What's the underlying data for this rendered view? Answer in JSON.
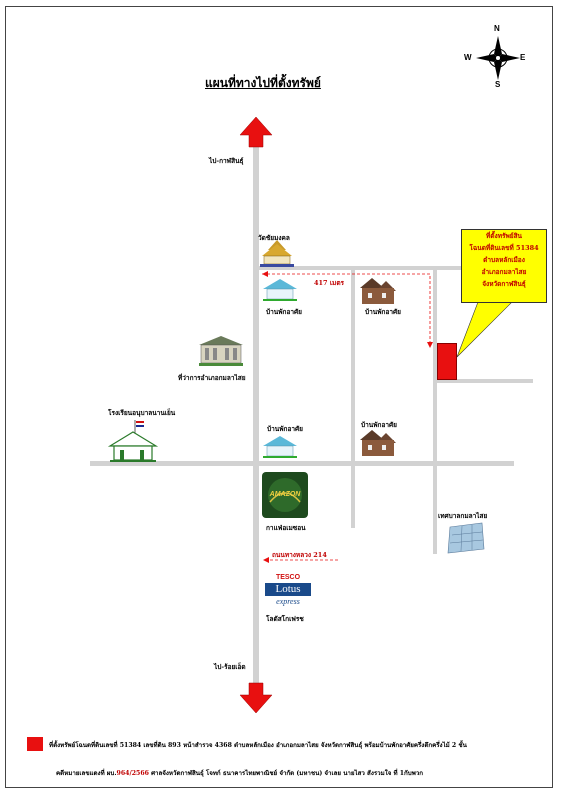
{
  "title": "แผนที่ทางไปที่ตั้งทรัพย์",
  "compass": {
    "n": "N",
    "s": "S",
    "e": "E",
    "w": "W"
  },
  "directions": {
    "north": "ไป-กาฬสินธุ์",
    "south": "ไป-ร้อยเอ็ด"
  },
  "landmarks": {
    "temple": "วัดชัยมงคล",
    "house_1": "บ้านพักอาศัย",
    "house_2": "บ้านพักอาศัย",
    "house_3": "บ้านพักอาศัย",
    "house_4": "บ้านพักอาศัย",
    "district_office": "ที่ว่าการอำเภอกมลาไสย",
    "school": "โรงเรียนอนุบาลนานเย็น",
    "cafe": "กาแฟ่อเมซอน",
    "cafe_logo_text": "AMAZON",
    "municipality": "เทศบาลกมลาไสย",
    "lotus": "โลตัสโกเฟรช",
    "lotus_logo": {
      "line1": "TESCO",
      "line2": "Lotus",
      "line3": "express"
    }
  },
  "distance_label": "417 เมตร",
  "highway_label": "ถนนทางหลวง 214",
  "callout": {
    "line1": "ที่ตั้งทรัพย์สิน",
    "line2": "โฉนดที่ดินเลขที่ 51384",
    "line3": "ตำบลหลักเมือง",
    "line4": "อำเภอกมลาไสย",
    "line5": "จังหวัดกาฬสินธุ์"
  },
  "legend": {
    "text": "ที่ตั้งทรัพย์โฉนดที่ดินเลขที่ 51384 เลขที่ดิน 893 หน้าสำรวจ 4368 ตำบลหลักเมือง อำเภอกมลาไสย จังหวัดกาฬสินธุ์ พร้อมบ้านพักอาศัยครึ่งตึกครึ่งไม้ 2 ชั้น"
  },
  "footer": {
    "prefix": "คดีหมายเลขแดงที่ ผบ.",
    "case_no": "964/2566",
    "rest": "ศาลจังหวัดกาฬสินธุ์ โจทก์ ธนาคารไทยพาณิชย์ จำกัด (มหาชน) จำเลย นายไสว สังรวมใจ ที่ 1กับพวก"
  },
  "colors": {
    "road": "#d2d2d2",
    "arrow": "#e81010",
    "property": "#e81010",
    "callout": "#ffff00",
    "route": "#e81010"
  }
}
